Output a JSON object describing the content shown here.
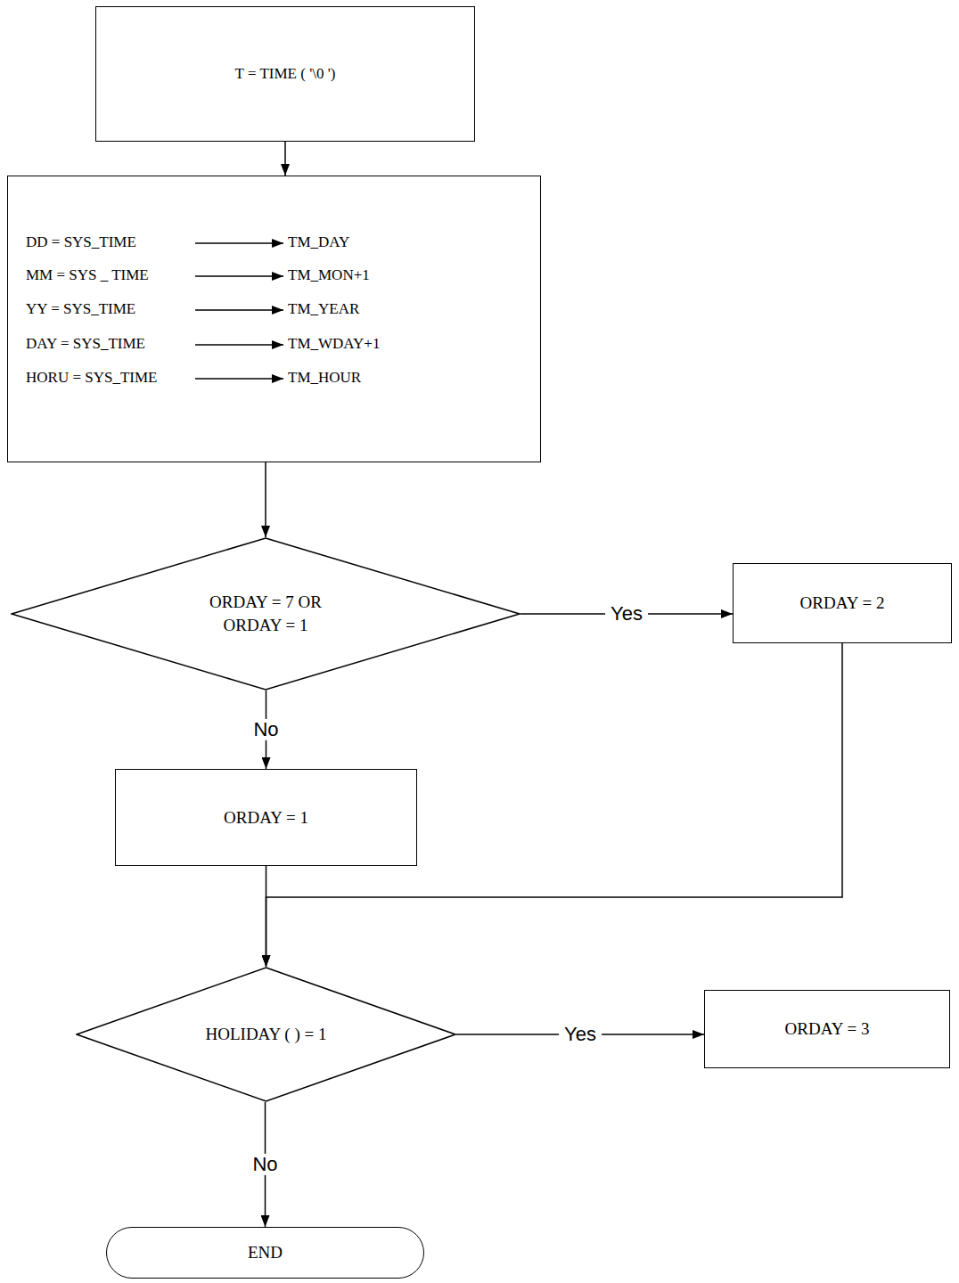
{
  "diagram": {
    "nodes": [
      {
        "text": [
          "T = TIME ( '\\0 ')"
        ]
      },
      {
        "text": [
          "DD = SYS_TIME",
          "TM_DAY",
          "MM = SYS _ TIME",
          "TM_MON+1",
          "YY = SYS_TIME",
          "TM_YEAR",
          "DAY = SYS_TIME",
          "TM_WDAY+1",
          "HORU = SYS_TIME",
          "TM_HOUR"
        ]
      },
      {
        "text": [
          "ORDAY = 7 OR ORDAY = 1"
        ]
      },
      {
        "text": [
          "ORDAY = 2"
        ]
      },
      {
        "text": [
          "ORDAY = 1"
        ]
      },
      {
        "text": [
          "HOLIDAY ( ) = 1"
        ]
      },
      {
        "text": [
          "ORDAY = 3"
        ]
      },
      {
        "text": [
          "END"
        ]
      }
    ],
    "edges": [
      {
        "from": 0,
        "to": 1,
        "arrow": "to"
      },
      {
        "from": 1,
        "to": 2,
        "arrow": "to"
      },
      {
        "from": 2,
        "to": 3,
        "label": "Yes",
        "arrow": "to"
      },
      {
        "from": 2,
        "to": 4,
        "label": "No",
        "arrow": "to"
      },
      {
        "from": 4,
        "to": 5,
        "arrow": "to"
      },
      {
        "from": 3,
        "to": 5,
        "arrow": "to"
      },
      {
        "from": 5,
        "to": 6,
        "label": "Yes",
        "arrow": "to"
      },
      {
        "from": 5,
        "to": 7,
        "label": "No",
        "arrow": "to"
      }
    ]
  }
}
